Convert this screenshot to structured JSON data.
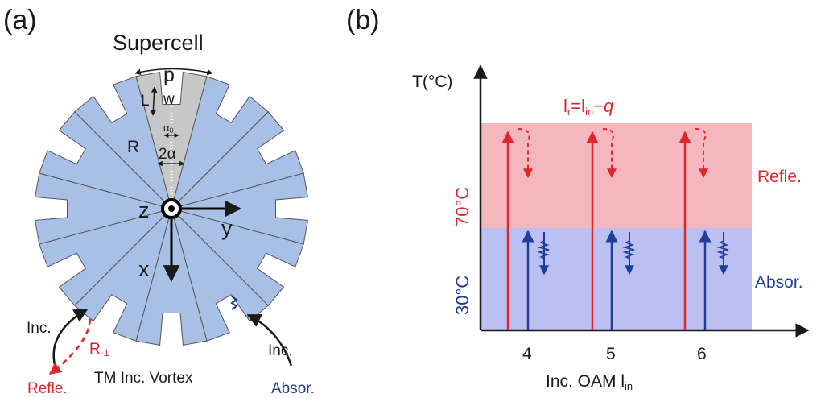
{
  "panel_a": {
    "label": "(a)",
    "title": "Supercell",
    "params": {
      "p": "p",
      "w": "w",
      "L": "L",
      "a0": "α",
      "a0_sub": "0",
      "two_alpha": "2α",
      "R": "R"
    },
    "axes": {
      "z": "z",
      "y": "y",
      "x": "x"
    },
    "left_inc": "Inc.",
    "r_minus_1": "R",
    "r_minus_1_sub": "-1",
    "refle": "Refle.",
    "right_inc": "Inc.",
    "absor": "Absor.",
    "caption": "TM Inc. Vortex",
    "num_sectors": 12,
    "colors": {
      "sector": "#a9c0e6",
      "highlight": "#c8c8c8",
      "edge": "#555555",
      "red": "#e0252b",
      "blue": "#1f3d99"
    }
  },
  "panel_b": {
    "label": "(b)",
    "y_axis_label": "T(°C)",
    "formula": {
      "l1": "l",
      "r": "r",
      "eq": "=l",
      "in": "in",
      "tail": "−",
      "q": "q"
    },
    "temp_high": "70°C",
    "temp_low": "30°C",
    "refle_label": "Refle.",
    "absor_label": "Absor.",
    "x_ticks": [
      "4",
      "5",
      "6"
    ],
    "x_axis_label": {
      "main": "Inc. OAM l",
      "sub": "in"
    },
    "colors": {
      "band_high": "#f3b7bd",
      "band_low": "#bcbff2",
      "red": "#e0252b",
      "blue": "#1f3d99"
    }
  }
}
